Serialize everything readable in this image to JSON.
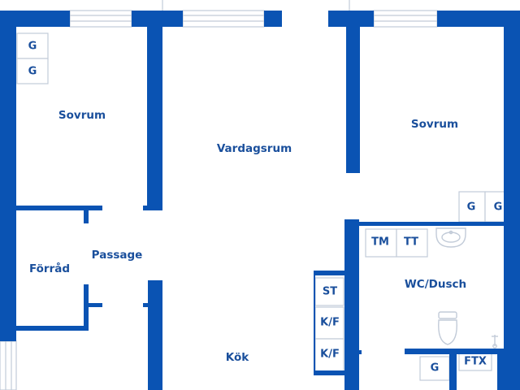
{
  "colors": {
    "wall": "#0a53b3",
    "text": "#1a4f9c",
    "outline": "#c2cbd8",
    "background": "#ffffff"
  },
  "rooms": {
    "sovrum_left": "Sovrum",
    "vardagsrum": "Vardagsrum",
    "sovrum_right": "Sovrum",
    "passage": "Passage",
    "forrad": "Förråd",
    "wc_dusch": "WC/Dusch",
    "kok": "Kök"
  },
  "fixtures": {
    "garderob_1": "G",
    "garderob_2": "G",
    "garderob_3": "G",
    "garderob_4": "G",
    "garderob_5": "G",
    "tvattmaskin": "TM",
    "torktumlare": "TT",
    "spis": "ST",
    "kyl_frys_1": "K/F",
    "kyl_frys_2": "K/F",
    "ftx": "FTX"
  },
  "icons": {
    "basin": "wash-basin-icon",
    "toilet": "toilet-icon",
    "tap": "tap-icon"
  }
}
